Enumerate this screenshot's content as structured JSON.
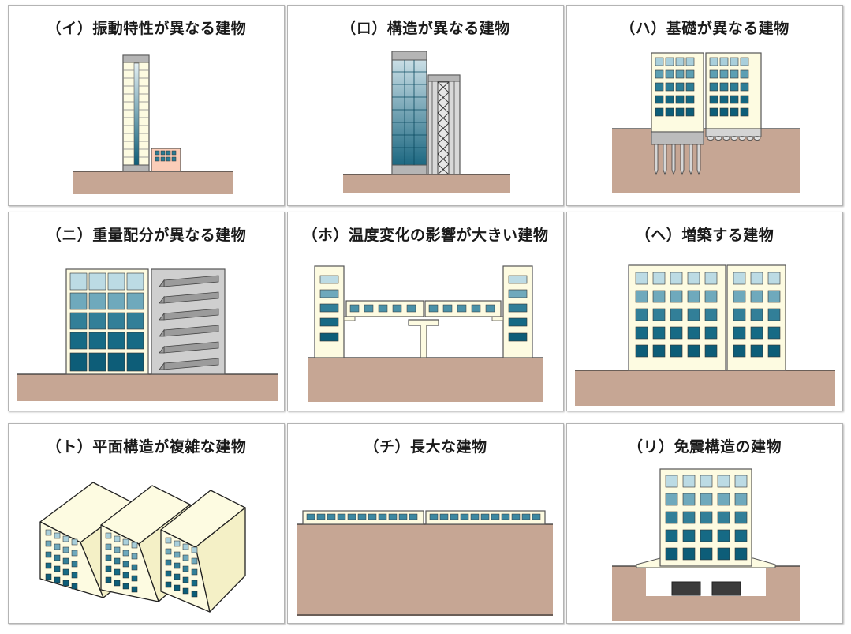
{
  "colors": {
    "ground": "#c6a694",
    "building": "#fdfbe1",
    "window_light": "#cbe1e8",
    "window_dark": "#0d5d78",
    "annex": "#fbcdb8",
    "gray": "#b9b9b9",
    "frame": "#9aa5a8",
    "pad": "#3b3b3b"
  },
  "panels": [
    {
      "title": "（イ）振動特性が異なる建物",
      "icon": "tall-tower-with-low-annex"
    },
    {
      "title": "（ロ）構造が異なる建物",
      "icon": "glass-tower-with-steel-frame"
    },
    {
      "title": "（ハ）基礎が異なる建物",
      "icon": "buildings-piles-vs-spread-footing"
    },
    {
      "title": "（ニ）重量配分が異なる建物",
      "icon": "glass-block-and-parking-structure"
    },
    {
      "title": "（ホ）温度変化の影響が大きい建物",
      "icon": "long-bridge-between-towers"
    },
    {
      "title": "（ヘ）増築する建物",
      "icon": "building-with-extension"
    },
    {
      "title": "（ト）平面構造が複雑な建物",
      "icon": "isometric-building-blocks"
    },
    {
      "title": "（チ）長大な建物",
      "icon": "long-low-building"
    },
    {
      "title": "（リ）免震構造の建物",
      "icon": "base-isolated-building"
    }
  ]
}
